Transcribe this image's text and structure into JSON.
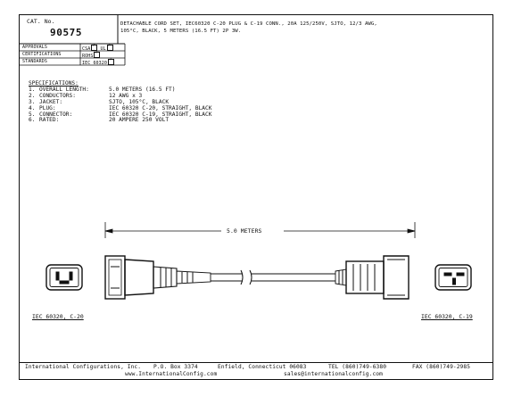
{
  "title_block": {
    "cat_label": "CAT. No.",
    "cat_number": "90575",
    "description_line1": "DETACHABLE CORD SET, IEC60320 C-20 PLUG & C-19 CONN., 20A 125/250V, SJTO, 12/3 AWG,",
    "description_line2": "105°C, BLACK, 5 METERS (16.5 FT) 2P 3W.",
    "rows": [
      {
        "label": "APPROVALS",
        "value1": "CSA",
        "value2": "UL"
      },
      {
        "label": "CERTIFICATIONS",
        "value1": "ROHS",
        "value2": ""
      },
      {
        "label": "STANDARDS",
        "value1": "IEC 60320",
        "value2": ""
      }
    ]
  },
  "specifications": {
    "heading": "SPECIFICATIONS:",
    "items": [
      {
        "num": "1.",
        "label": "OVERALL LENGTH:",
        "value": "5.0 METERS (16.5 FT)"
      },
      {
        "num": "2.",
        "label": "CONDUCTORS:",
        "value": "12 AWG x 3"
      },
      {
        "num": "3.",
        "label": "JACKET:",
        "value": "SJTO, 105°C, BLACK"
      },
      {
        "num": "4.",
        "label": "PLUG:",
        "value": "IEC 60320 C-20, STRAIGHT, BLACK"
      },
      {
        "num": "5.",
        "label": "CONNECTOR:",
        "value": "IEC 60320 C-19, STRAIGHT, BLACK"
      },
      {
        "num": "6.",
        "label": "RATED:",
        "value": "20 AMPERE 250 VOLT"
      }
    ]
  },
  "drawing": {
    "dimension_label": "5.0 METERS",
    "left_label": "IEC 60320, C-20",
    "right_label": "IEC 60320, C-19"
  },
  "footer": {
    "company": "International Configurations, Inc.",
    "pobox": "P.O. Box 3374",
    "city": "Enfield, Connecticut 06083",
    "tel": "TEL (860)749-6380",
    "fax": "FAX (860)749-2985",
    "website": "www.InternationalConfig.com",
    "email": "sales@internationalconfig.com"
  }
}
